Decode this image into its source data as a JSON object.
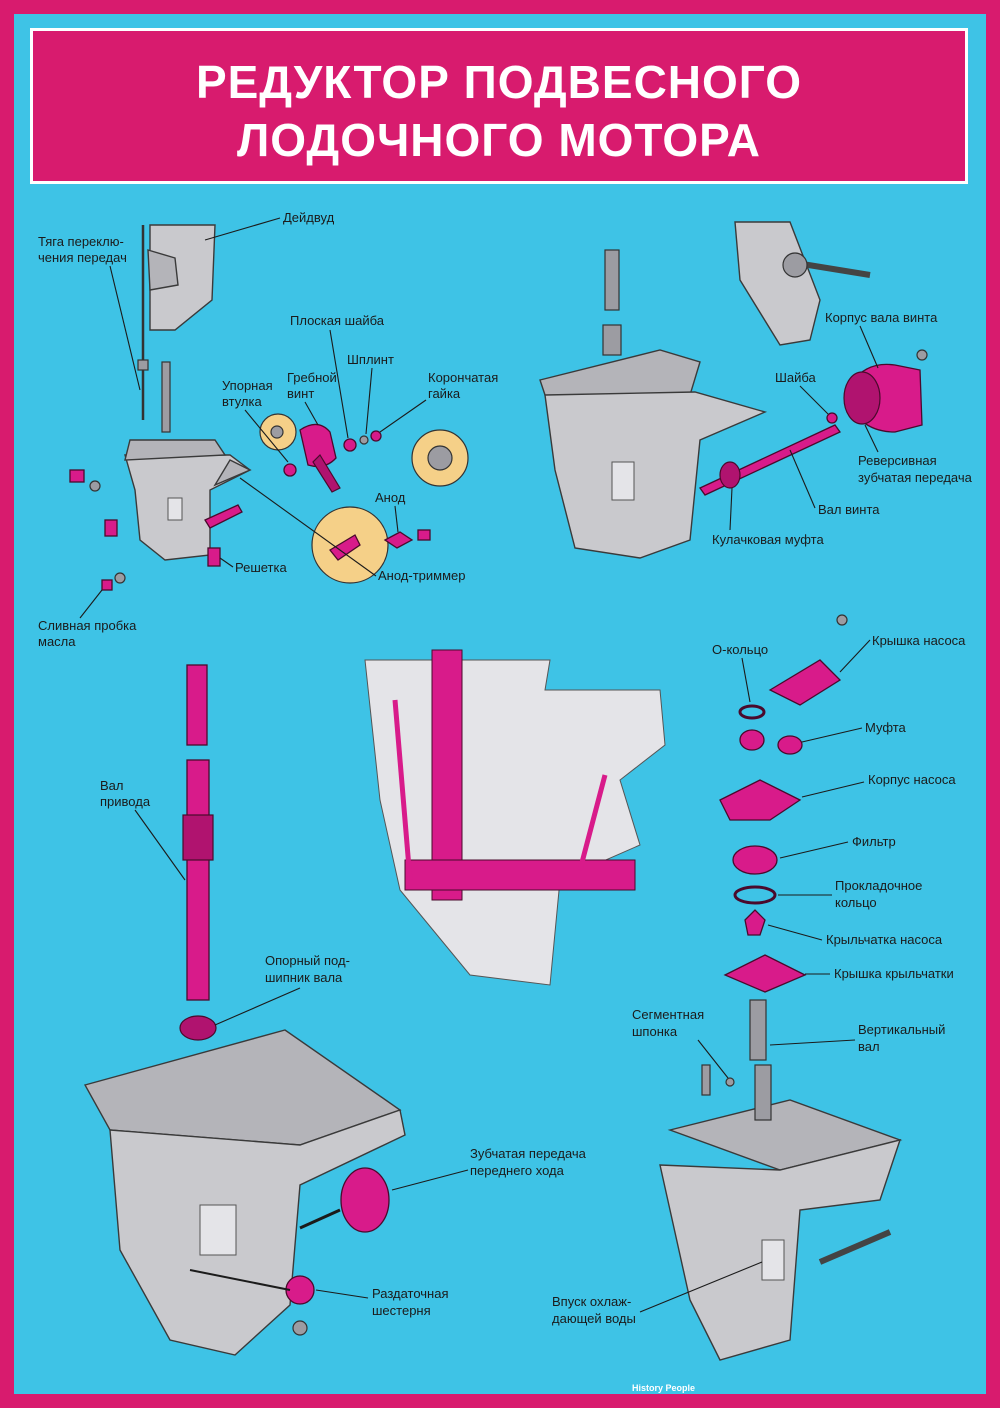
{
  "title": {
    "line1": "РЕДУКТОР ПОДВЕСНОГО",
    "line2": "ЛОДОЧНОГО МОТОРА"
  },
  "colors": {
    "frame": "#d81b6e",
    "background": "#3ec3e6",
    "parts": "#d81b8a",
    "housing": "#c9c9cd"
  },
  "labels": {
    "deidvud": "Дейдвуд",
    "tyaga_1": "Тяга переклю-",
    "tyaga_2": "чения передач",
    "ploskaya_shaiba": "Плоская шайба",
    "shplint": "Шплинт",
    "koronch_1": "Корончатая",
    "koronch_2": "гайка",
    "grebnoy_1": "Гребной",
    "grebnoy_2": "винт",
    "upornaya_1": "Упорная",
    "upornaya_2": "втулка",
    "anod": "Анод",
    "reshetka": "Решетка",
    "anod_trimmer": "Анод-триммер",
    "slivnaya_1": "Сливная пробка",
    "slivnaya_2": "масла",
    "korpus_vala": "Корпус вала винта",
    "shaiba": "Шайба",
    "revers_1": "Реверсивная",
    "revers_2": "зубчатая передача",
    "val_vinta": "Вал винта",
    "kulachk": "Кулачковая муфта",
    "kryshka_nasosa": "Крышка насоса",
    "o_kolco": "О-кольцо",
    "mufta": "Муфта",
    "korpus_nasosa": "Корпус насоса",
    "filtr": "Фильтр",
    "prokl_1": "Прокладочное",
    "prokl_2": "кольцо",
    "krylchatka_nasosa": "Крыльчатка насоса",
    "kryshka_krylchatki": "Крышка крыльчатки",
    "segm_1": "Сегментная",
    "segm_2": "шпонка",
    "vert_1": "Вертикальный",
    "vert_2": "вал",
    "val_priv_1": "Вал",
    "val_priv_2": "привода",
    "opor_1": "Опорный под-",
    "opor_2": "шипник вала",
    "zub_1": "Зубчатая передача",
    "zub_2": "переднего хода",
    "razd_1": "Раздаточная",
    "razd_2": "шестерня",
    "vpusk_1": "Впуск охлаж-",
    "vpusk_2": "дающей воды"
  },
  "footer": {
    "brand": "History People"
  }
}
